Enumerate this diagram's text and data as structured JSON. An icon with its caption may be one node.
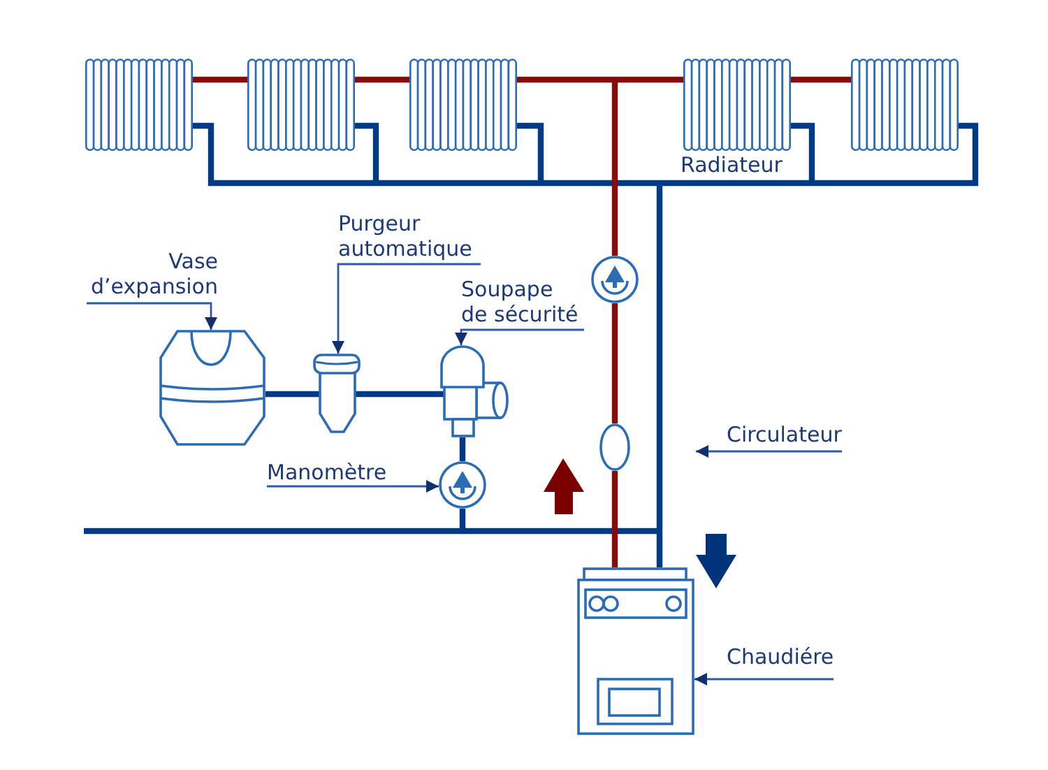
{
  "diagram": {
    "nodes": [
      {
        "text": [
          "Vase d’expansion"
        ]
      },
      {
        "text": [
          "Purgeur automatique"
        ]
      },
      {
        "text": [
          "Soupape de sécurité"
        ]
      },
      {
        "text": [
          "Manomètre"
        ]
      },
      {
        "text": [
          "Circulateur"
        ]
      },
      {
        "text": [
          "Chaudiére"
        ]
      },
      {
        "text": [],
        "shape": "picture"
      },
      {
        "text": [],
        "shape": "picture"
      },
      {
        "text": [],
        "shape": "picture"
      },
      {
        "text": [],
        "shape": "picture"
      },
      {
        "text": [],
        "shape": "picture"
      },
      {
        "text": [],
        "shape": "circle"
      },
      {
        "text": [],
        "shape": "picture"
      },
      {
        "text": [],
        "shape": "picture"
      },
      {
        "text": [],
        "shape": "picture"
      },
      {
        "text": [],
        "shape": "oval"
      },
      {
        "text": [],
        "shape": "circle"
      },
      {
        "text": [],
        "shape": "picture"
      }
    ],
    "edges": [
      {
        "from": 0,
        "to": 12,
        "arrow": "to",
        "color": "#2d5ca6"
      },
      {
        "from": 1,
        "to": 13,
        "arrow": "to",
        "color": "#2d5ca6"
      },
      {
        "from": 2,
        "to": 14,
        "arrow": "to",
        "color": "#2d5ca6"
      },
      {
        "from": 3,
        "to": 16,
        "arrow": "to",
        "color": "#2d5ca6"
      },
      {
        "from": 4,
        "to": null,
        "arrow": "to",
        "color": "#2d5ca6"
      },
      {
        "from": 5,
        "to": 17,
        "arrow": "to",
        "color": "#2d5ca6"
      },
      {
        "from": 6,
        "to": 17,
        "arrow": "none"
      },
      {
        "from": 7,
        "to": 17,
        "arrow": "none"
      },
      {
        "from": 8,
        "to": 17,
        "arrow": "none"
      },
      {
        "from": 9,
        "to": 17,
        "arrow": "none"
      },
      {
        "from": 10,
        "to": 17,
        "arrow": "none"
      },
      {
        "from": null,
        "to": 17,
        "arrow": "none"
      },
      {
        "from": 12,
        "to": 13,
        "arrow": "none"
      },
      {
        "from": 13,
        "to": 14,
        "arrow": "none"
      },
      {
        "from": 14,
        "to": 16,
        "arrow": "none"
      },
      {
        "from": 16,
        "to": 17,
        "arrow": "none"
      },
      {
        "from": 17,
        "to": 15,
        "arrow": "none",
        "color": "#860b0b"
      },
      {
        "from": 15,
        "to": 11,
        "arrow": "none",
        "color": "#860b0b"
      },
      {
        "from": 11,
        "to": 8,
        "arrow": "none",
        "color": "#860b0b"
      },
      {
        "from": 11,
        "to": 9,
        "arrow": "none",
        "color": "#860b0b"
      },
      {
        "from": 6,
        "to": 7,
        "arrow": "none",
        "color": "#860b0b"
      },
      {
        "from": 7,
        "to": 8,
        "arrow": "none",
        "color": "#860b0b"
      },
      {
        "from": 9,
        "to": 10,
        "arrow": "none",
        "color": "#860b0b"
      }
    ],
    "labels": [
      "Radiateur"
    ]
  }
}
